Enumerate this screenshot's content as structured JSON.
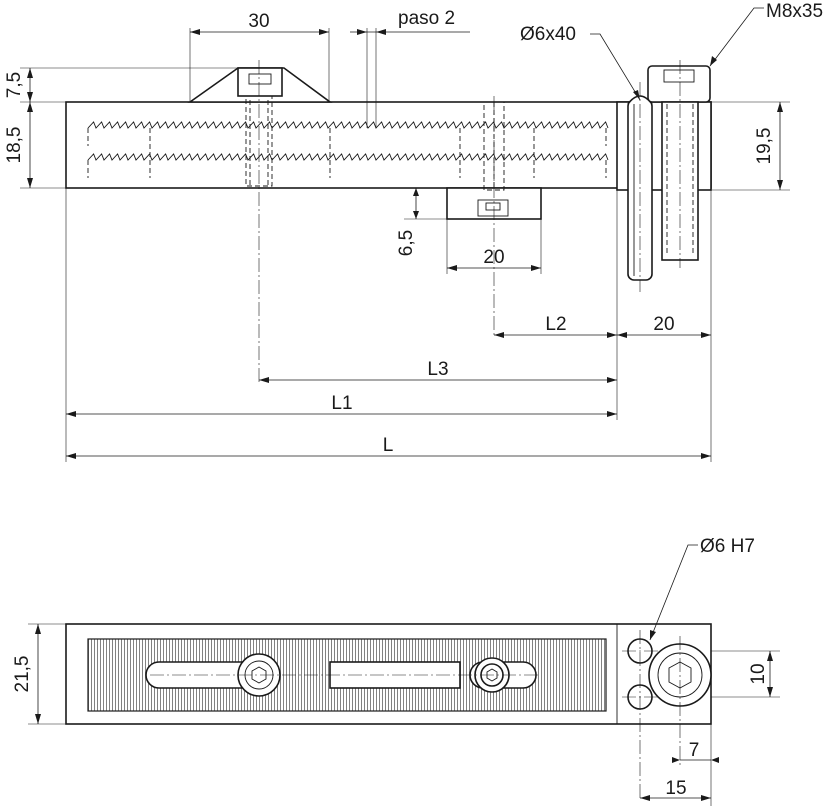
{
  "drawing": {
    "front_view": {
      "dimensions": {
        "pitch_width": "30",
        "pitch_label": "paso 2",
        "pin_label": "Ø6x40",
        "screw_label": "M8x35",
        "top_height": "7,5",
        "body_height": "18,5",
        "right_height": "19,5",
        "clamp_height": "6,5",
        "clamp_width": "20",
        "l2": "L2",
        "end_width": "20",
        "l3": "L3",
        "l1": "L1",
        "l": "L"
      }
    },
    "plan_view": {
      "dimensions": {
        "hole_label": "Ø6 H7",
        "width": "21,5",
        "spacing": "10",
        "offset_small": "7",
        "offset_large": "15"
      }
    }
  }
}
